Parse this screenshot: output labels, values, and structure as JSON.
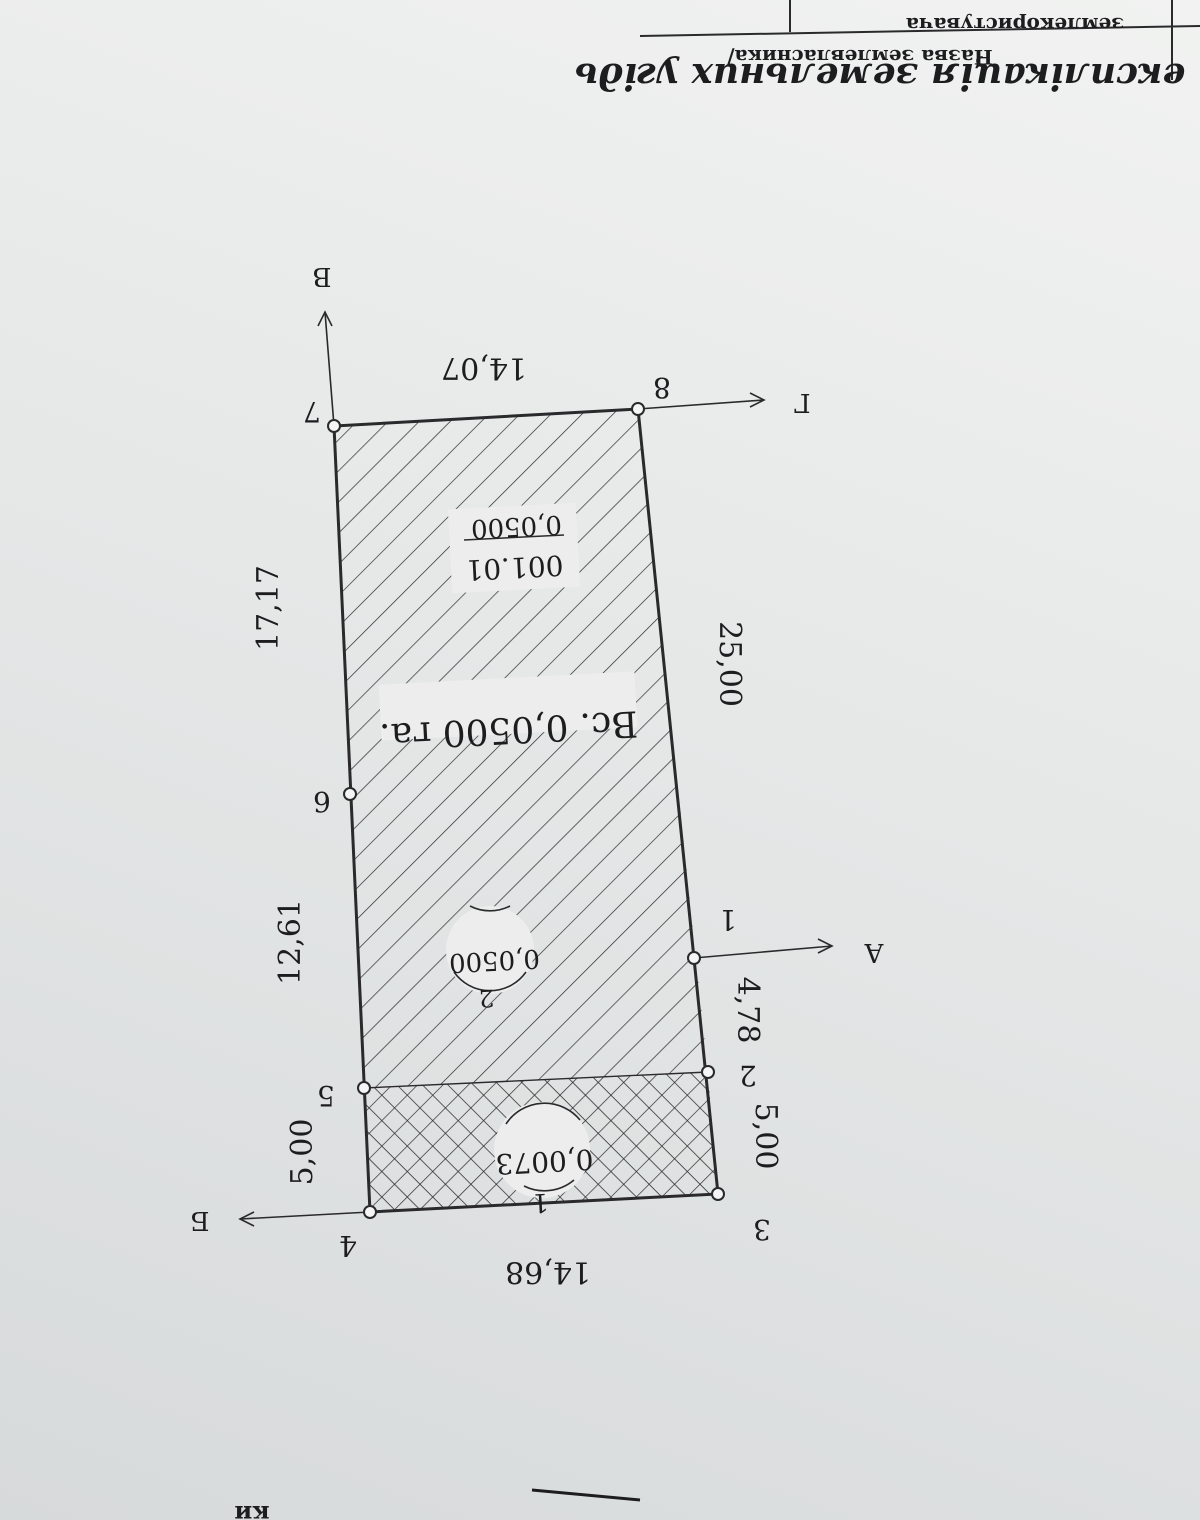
{
  "header": {
    "table_line1": "Назва землевласника/",
    "table_line2": "землекористувача",
    "title": "експлікація земельних угідь",
    "corner_fragment": "ки"
  },
  "plan": {
    "area_total": "Вс. 0,0500 га.",
    "parcel_code": "001.01",
    "parcel_area": "0,0500",
    "lands": [
      {
        "number": "2",
        "area": "0,0500"
      },
      {
        "number": "1",
        "area": "0,0073"
      }
    ],
    "points": [
      "1",
      "2",
      "3",
      "4",
      "5",
      "6",
      "7",
      "8"
    ],
    "neighbours": [
      "А",
      "Б",
      "В",
      "Г"
    ],
    "dimensions": {
      "top": "14,07",
      "bottom": "14,68",
      "right_long": "25,00",
      "right_short": "4,78",
      "right_bottom": "5,00",
      "left_upper": "17,17",
      "left_middle": "12,61",
      "left_bottom": "5,00"
    }
  },
  "colors": {
    "ink": "#1d1d1f",
    "paper": "#eceeed"
  }
}
